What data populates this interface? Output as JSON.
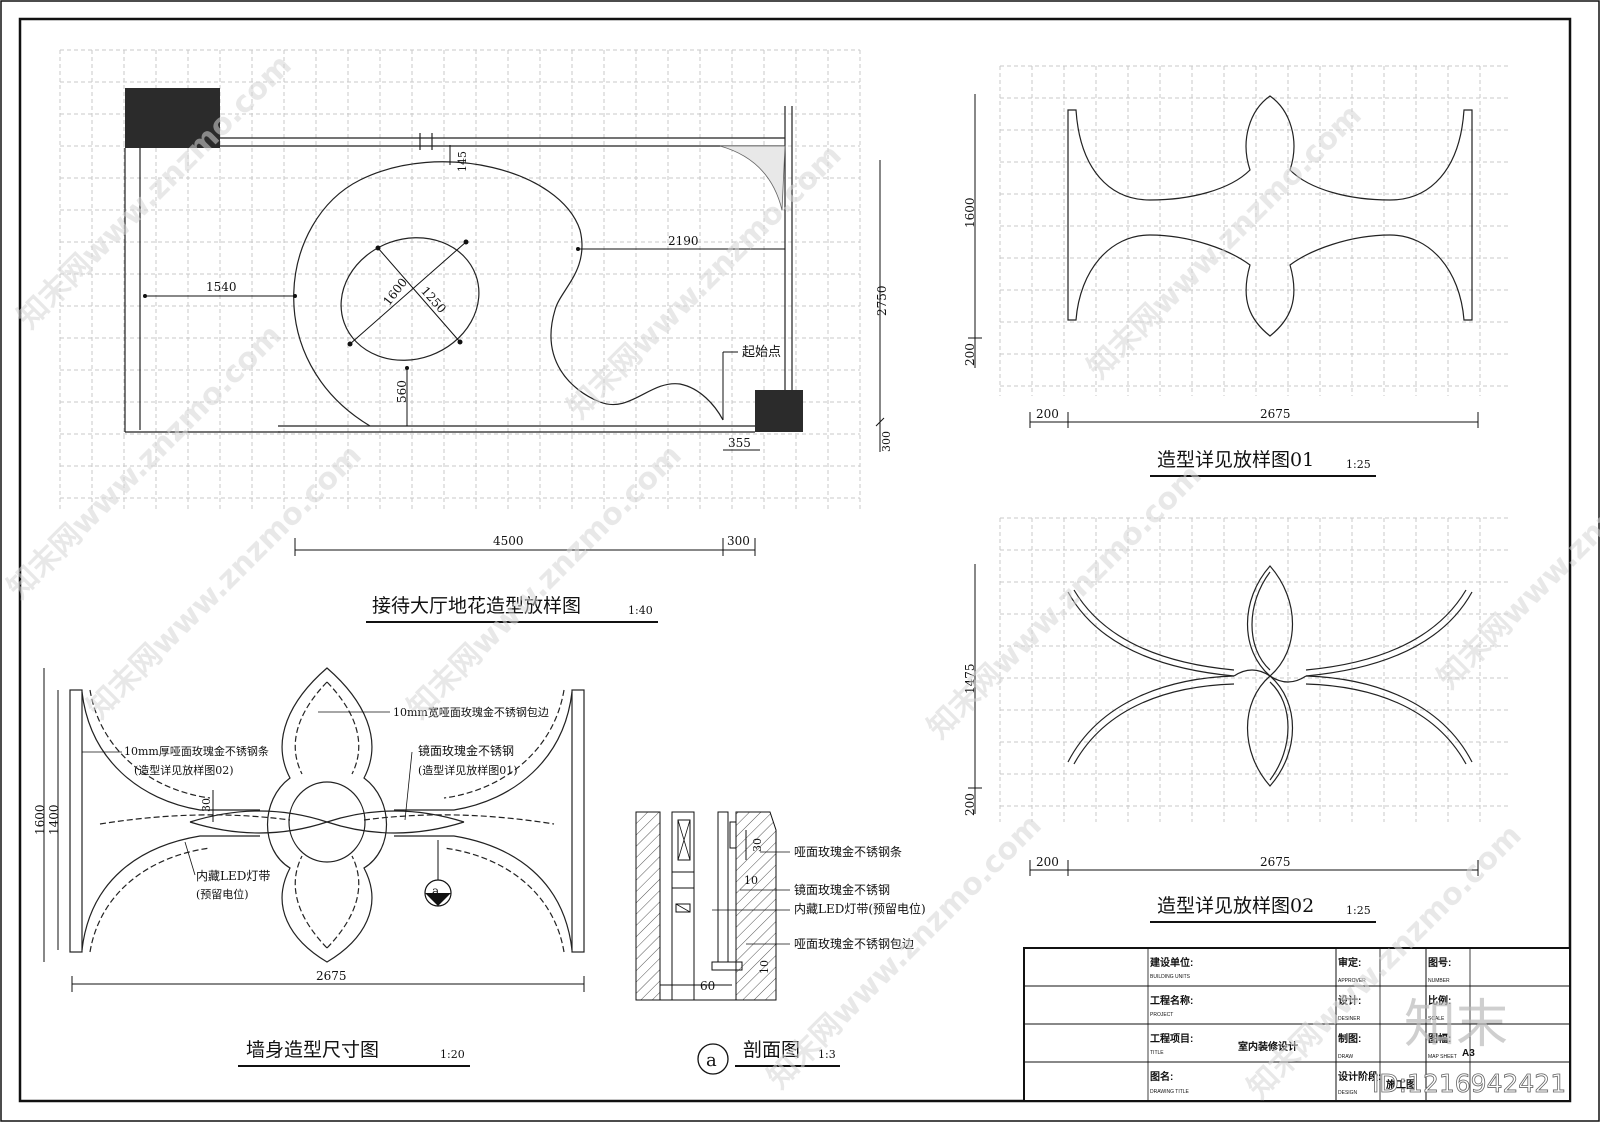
{
  "plan": {
    "title": "接待大厅地花造型放样图",
    "scale": "1:40",
    "dims": {
      "d145": "145",
      "d2190": "2190",
      "d1540": "1540",
      "d1600": "1600",
      "d1250": "1250",
      "d2750": "2750",
      "d560": "560",
      "d355": "355",
      "d300_right": "300",
      "d4500": "4500",
      "d300_bottom": "300"
    },
    "start_point": "起始点"
  },
  "detail01": {
    "title": "造型详见放样图01",
    "scale": "1:25",
    "dims": {
      "h1600": "1600",
      "h200": "200",
      "w200": "200",
      "w2675": "2675"
    }
  },
  "detail02": {
    "title": "造型详见放样图02",
    "scale": "1:25",
    "dims": {
      "h1475": "1475",
      "h200": "200",
      "w200": "200",
      "w2675": "2675"
    }
  },
  "wall": {
    "title": "墙身造型尺寸图",
    "scale": "1:20",
    "dims": {
      "h1600": "1600",
      "h1400": "1400",
      "w2675": "2675",
      "d30": "30"
    },
    "notes": {
      "edge_10mm": "10mm宽哑面玫瑰金不锈钢包边",
      "strip_10mm": "10mm厚哑面玫瑰金不锈钢条",
      "strip_ref": "(造型详见放样图02)",
      "mirror": "镜面玫瑰金不锈钢",
      "mirror_ref": "(造型详见放样图01)",
      "led": "内藏LED灯带",
      "led_ref": "(预留电位)"
    },
    "section_tag": "a"
  },
  "section": {
    "title": "剖面图",
    "tag": "a",
    "scale": "1:3",
    "dims": {
      "d30": "30",
      "d10a": "10",
      "d10b": "10",
      "d60": "60"
    },
    "labels": {
      "matte_strip": "哑面玫瑰金不锈钢条",
      "mirror": "镜面玫瑰金不锈钢",
      "led": "内藏LED灯带(预留电位)",
      "matte_edge": "哑面玫瑰金不锈钢包边"
    }
  },
  "titleblock": {
    "building_unit": "建设单位:",
    "building_unit_en": "BUILDING UNITS",
    "approver": "审定:",
    "approver_en": "APPROVER",
    "number": "图号:",
    "number_en": "NUMBER",
    "project_name": "工程名称:",
    "project_en": "PROJECT",
    "designer": "设计:",
    "designer_en": "DESINER",
    "scale_label": "比例:",
    "scale_en": "SCALE",
    "title_item": "工程项目:",
    "title_en": "TITLE",
    "title_value": "室内装修设计",
    "draw": "制图:",
    "draw_en": "DRAW",
    "sheet": "图幅:",
    "sheet_en": "MAP SHEET",
    "sheet_value": "A3",
    "drawing_title": "图名:",
    "drawing_title_en": "DRAWING TITLE",
    "design_stage": "设计阶段:",
    "design_stage_en": "DESIGN",
    "stage_value": "施工图"
  },
  "watermark": {
    "text": "知末网www.znzmo.com",
    "logo": "知末",
    "id": "ID:1216942421"
  }
}
